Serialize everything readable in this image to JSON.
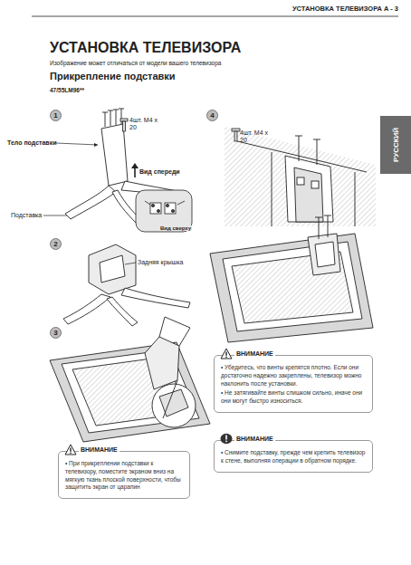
{
  "diagram": {
    "title": "УСТАНОВКА ТЕЛЕВИЗОРА",
    "nodes": [
      {
        "text": [
          "1"
        ]
      },
      {
        "text": [
          "4"
        ]
      },
      {
        "text": [
          "РУССКИЙ"
        ]
      },
      {
        "text": [
          "2"
        ]
      },
      {
        "text": [
          "3"
        ]
      },
      {
        "text": [
          "ВНИМАНИЕ",
          "• Убедитесь, что винты крепятся плотно. Если они достаточно надежно закреплены, телевизор можно наклонить после установки.",
          "• Не затягивайте винты слишком сильно, иначе они они могут быстро износиться."
        ]
      },
      {
        "text": [
          "ВНИМАНИЕ",
          "• При прикреплении подставки к телевизору, поместите экраном вниз на мягкую ткань плоской поверхности, чтобы защитить экран от царапин"
        ]
      },
      {
        "text": [
          "ВНИМАНИЕ",
          "• Снимите подставку, прежде чем крепить телевизор к стене, выполняя операции в обратном порядке."
        ]
      }
    ],
    "labels": [
      "УСТАНОВКА ТЕЛЕВИЗОРА A - 3",
      "Изображение может отличаться от модели вашего телевизора",
      "Прикрепление подставки",
      "47/55LM96**",
      "4шт. M4 x 20",
      "4шт. M4 x 20",
      "Тело подставки",
      "Вид спереди",
      "Подставка",
      "Вид сверху",
      "Задняя крышка"
    ]
  }
}
